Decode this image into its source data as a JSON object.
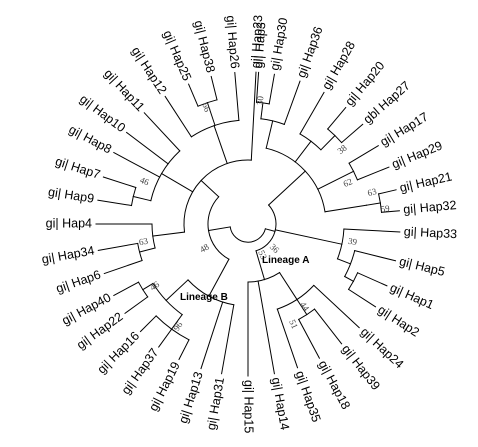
{
  "figure": {
    "lineages": [
      {
        "id": "A",
        "label": "Lineage A"
      },
      {
        "id": "B",
        "label": "Lineage B"
      }
    ],
    "leaves": [
      {
        "id": "hap3",
        "label": "gi| Hap3"
      },
      {
        "id": "hap30",
        "label": "gi| Hap30"
      },
      {
        "id": "hap36",
        "label": "gi| Hap36"
      },
      {
        "id": "hap28",
        "label": "gi| Hap28"
      },
      {
        "id": "hap20",
        "label": "gi| Hap20"
      },
      {
        "id": "hap27",
        "label": "gbl Hap27"
      },
      {
        "id": "hap17",
        "label": "gi| Hap17"
      },
      {
        "id": "hap29",
        "label": "gi| Hap29"
      },
      {
        "id": "hap21",
        "label": "gi| Hap21"
      },
      {
        "id": "hap32",
        "label": "gi| Hap32"
      },
      {
        "id": "hap33",
        "label": "gi| Hap33"
      },
      {
        "id": "hap5",
        "label": "gi| Hap5"
      },
      {
        "id": "hap1",
        "label": "gi| Hap1"
      },
      {
        "id": "hap2",
        "label": "gi| Hap2"
      },
      {
        "id": "hap24",
        "label": "gi| Hap24"
      },
      {
        "id": "hap39",
        "label": "gi| Hap39"
      },
      {
        "id": "hap18",
        "label": "gi| Hap18"
      },
      {
        "id": "hap35",
        "label": "gi| Hap35"
      },
      {
        "id": "hap14",
        "label": "gi| Hap14"
      },
      {
        "id": "hap15",
        "label": "gi| Hap15"
      },
      {
        "id": "hap31",
        "label": "gi| Hap31"
      },
      {
        "id": "hap13",
        "label": "gi| Hap13"
      },
      {
        "id": "hap19",
        "label": "gi| Hap19"
      },
      {
        "id": "hap37",
        "label": "gi| Hap37"
      },
      {
        "id": "hap16",
        "label": "gi| Hap16"
      },
      {
        "id": "hap22",
        "label": "gi| Hap22"
      },
      {
        "id": "hap40",
        "label": "gi| Hap40"
      },
      {
        "id": "hap6",
        "label": "gi| Hap6"
      },
      {
        "id": "hap34",
        "label": "gi| Hap34"
      },
      {
        "id": "hap4",
        "label": "gi| Hap4"
      },
      {
        "id": "hap9",
        "label": "gi| Hap9"
      },
      {
        "id": "hap7",
        "label": "gi| Hap7"
      },
      {
        "id": "hap8",
        "label": "gi| Hap8"
      },
      {
        "id": "hap10",
        "label": "gi| Hap10"
      },
      {
        "id": "hap11",
        "label": "gi| Hap11"
      },
      {
        "id": "hap12",
        "label": "gi| Hap12"
      },
      {
        "id": "hap25",
        "label": "gi| Hap25"
      },
      {
        "id": "hap38",
        "label": "gi| Hap38"
      },
      {
        "id": "hap26",
        "label": "gi| Hap26"
      },
      {
        "id": "hap23",
        "label": "gi| Hap23"
      }
    ],
    "bootstrap": {
      "hap3_hap30": "30",
      "hap20_hap27": "38",
      "hap17_hap29": "62",
      "hap21_hap32_outer": "63",
      "hap21_hap32": "59",
      "hap33_clade": "39",
      "lineage_a_inner": "36",
      "lineage_a_root": "53",
      "lineage_b_root": "48",
      "hap34_hap6": "63",
      "hap40_hap22": "46",
      "hap16_hap19": "96",
      "hap39_hap18": "44",
      "hap35": "51",
      "hap7_hap9": "46",
      "hap38_hap25": "66"
    }
  }
}
